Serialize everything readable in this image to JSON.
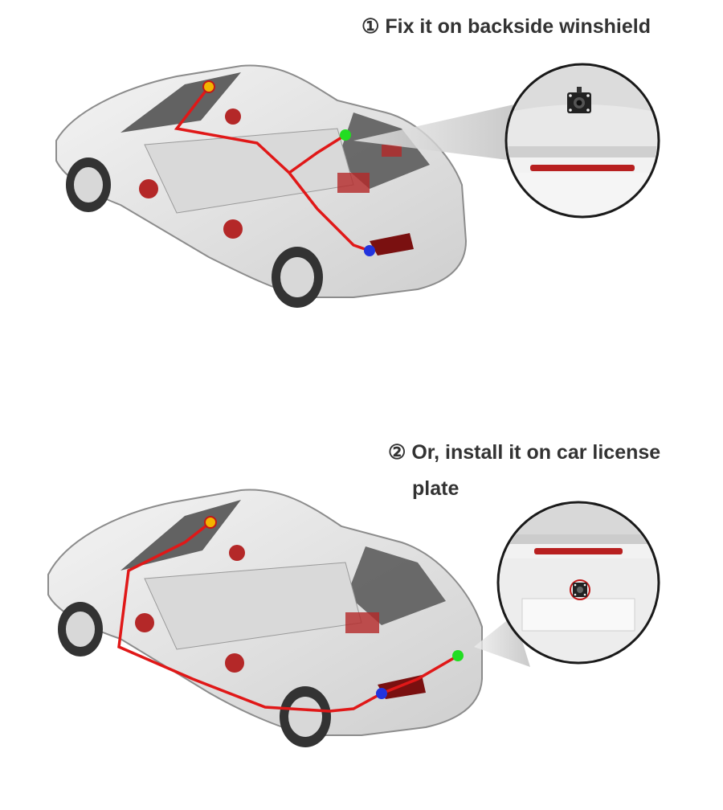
{
  "step1": {
    "caption": "① Fix it on backside winshield"
  },
  "step2": {
    "caption_line1": "② Or, install it on car license",
    "caption_line2": "plate"
  },
  "colors": {
    "wire": "#e01818",
    "marker_red_orange": "#f4b400",
    "marker_green": "#22dd22",
    "marker_blue": "#2233dd",
    "car_body": "#e6e6e6",
    "car_outline": "#8c8c8c",
    "accent_parts": "#b42828"
  }
}
